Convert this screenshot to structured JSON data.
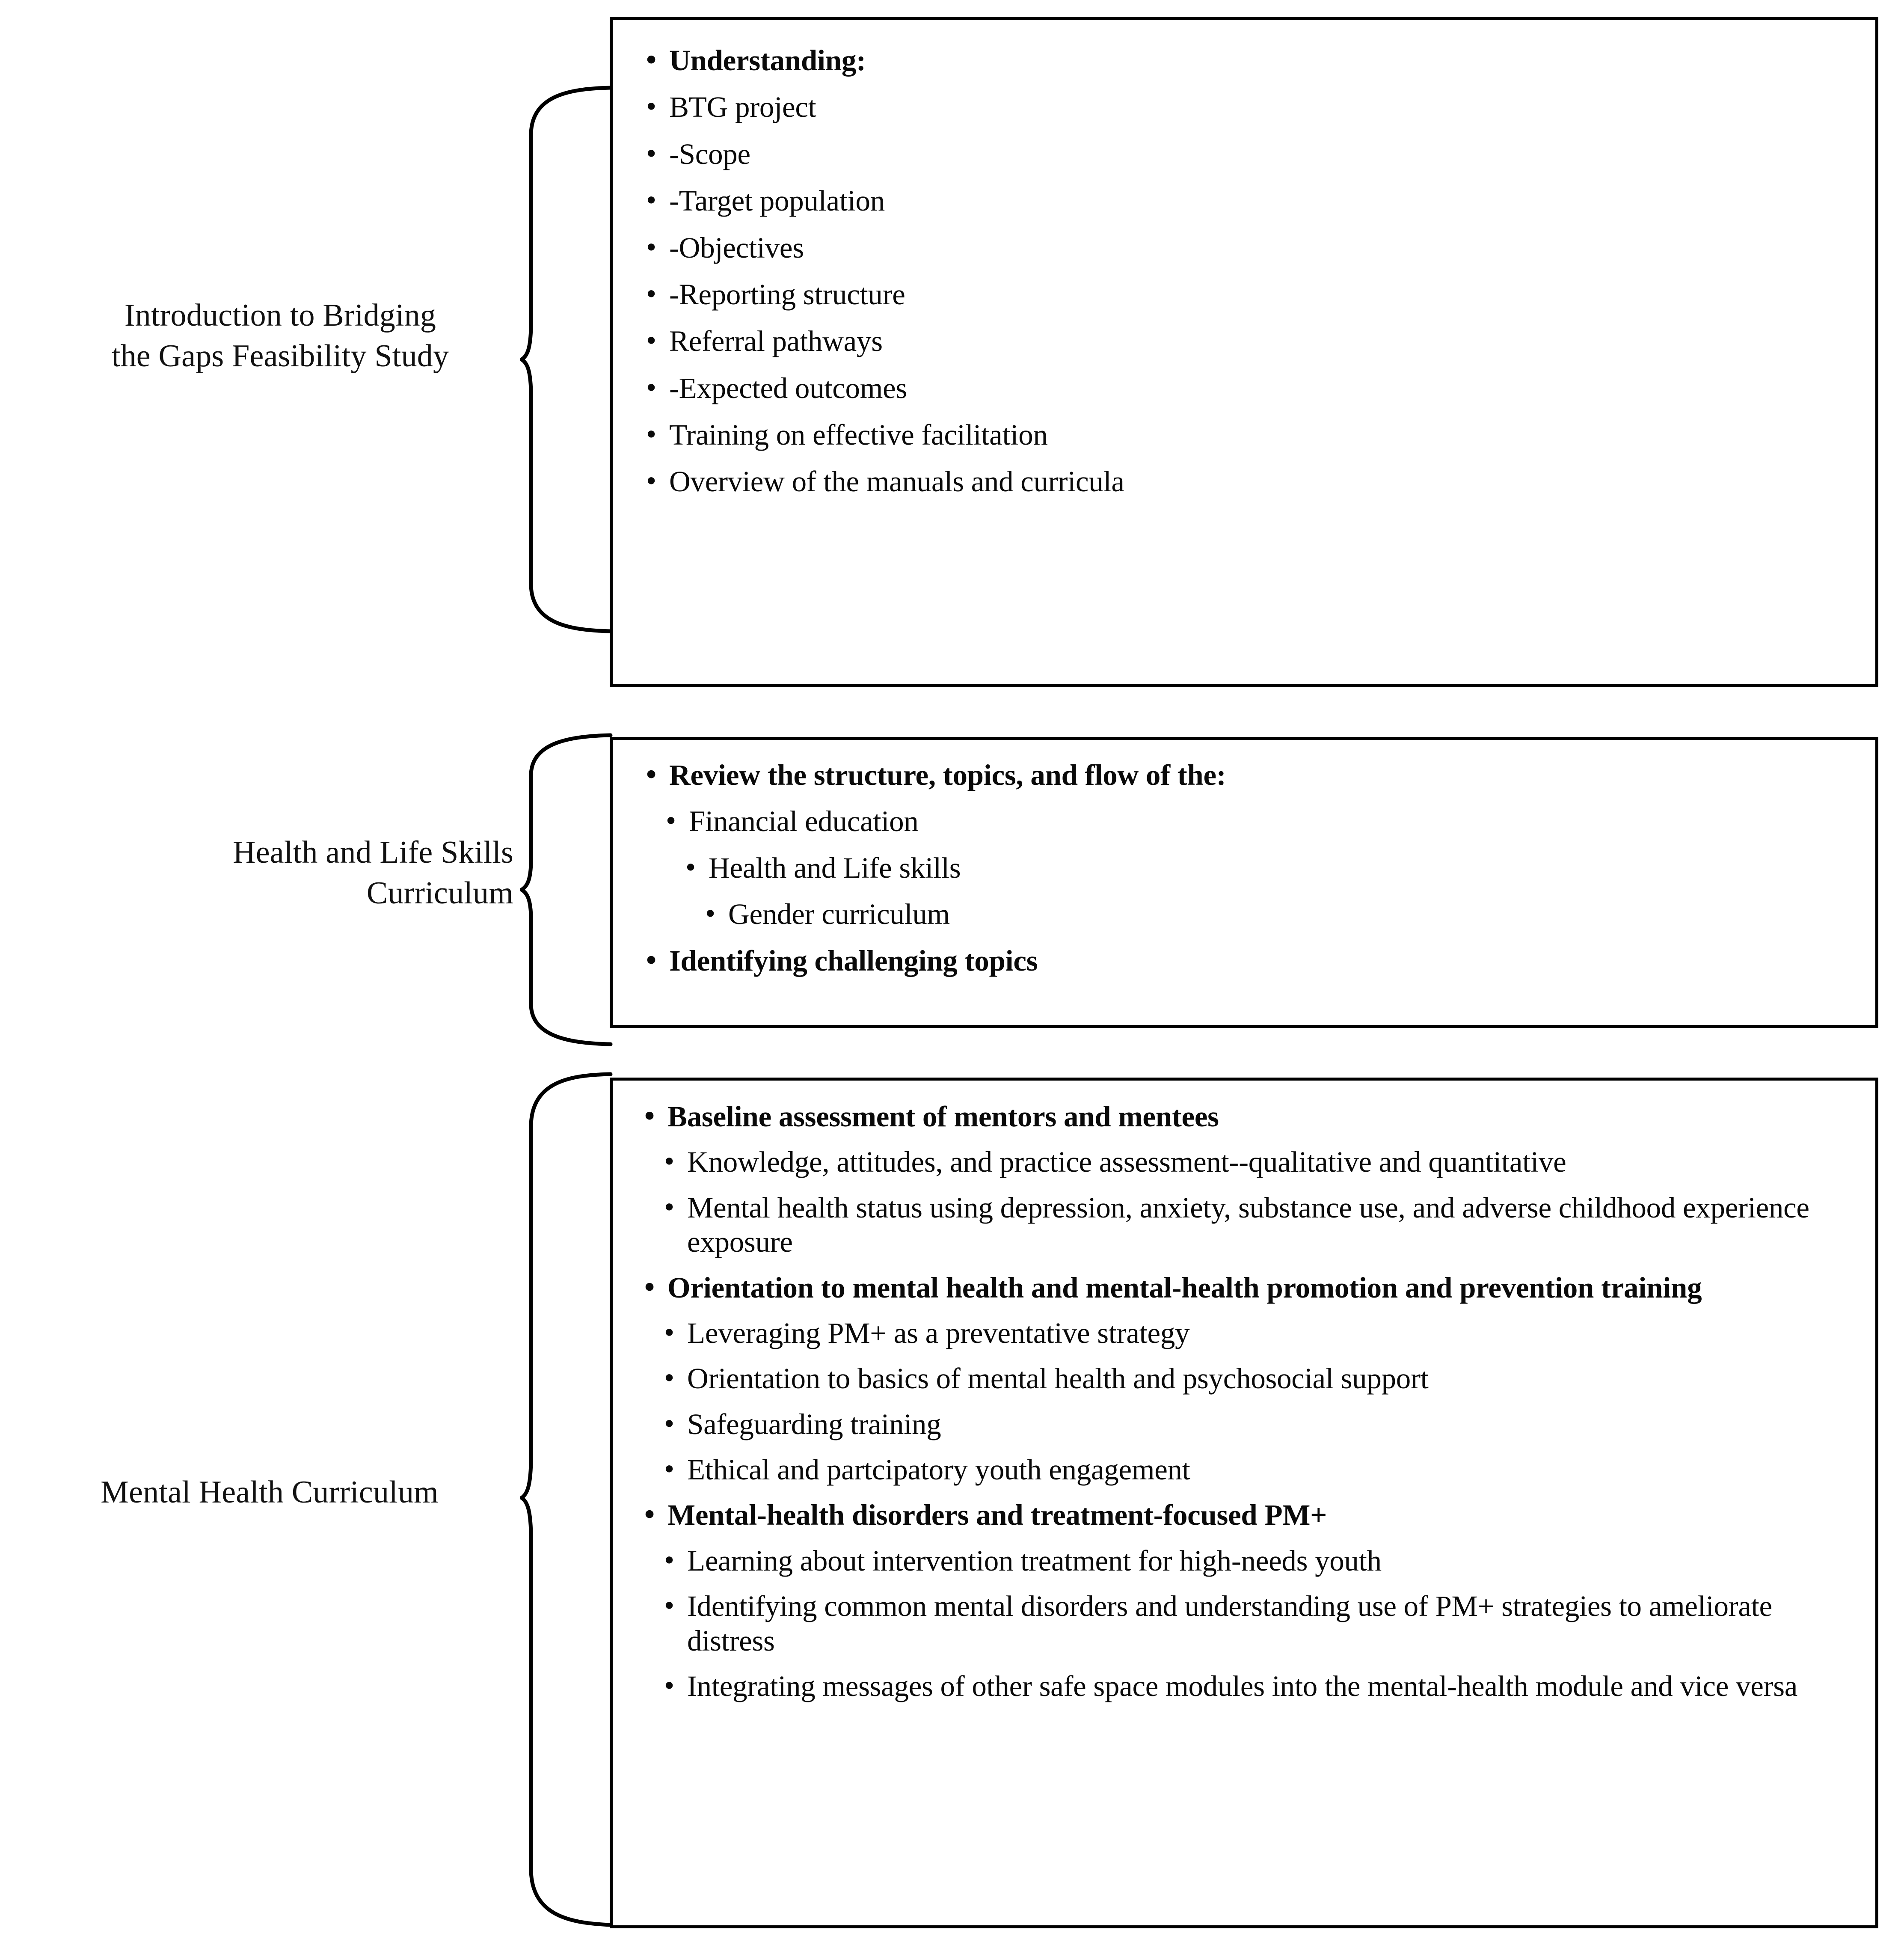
{
  "diagram": {
    "type": "bracketed-outline",
    "groups": [
      {
        "label": "Introduction to Bridging\nthe Gaps Feasibility Study",
        "label_line1": "Introduction to Bridging",
        "label_line2": "the Gaps Feasibility Study",
        "items": [
          {
            "text": "Understanding:",
            "level": 0,
            "bold": true
          },
          {
            "text": "BTG project",
            "level": 0,
            "bold": false
          },
          {
            "text": "-Scope",
            "level": 0,
            "bold": false
          },
          {
            "text": "-Target population",
            "level": 0,
            "bold": false
          },
          {
            "text": "-Objectives",
            "level": 0,
            "bold": false
          },
          {
            "text": "-Reporting structure",
            "level": 0,
            "bold": false
          },
          {
            "text": "Referral pathways",
            "level": 0,
            "bold": false
          },
          {
            "text": "-Expected outcomes",
            "level": 0,
            "bold": false
          },
          {
            "text": "Training on effective facilitation",
            "level": 0,
            "bold": false
          },
          {
            "text": "Overview of the manuals and curricula",
            "level": 0,
            "bold": false
          }
        ]
      },
      {
        "label": "Health and Life Skills\nCurriculum",
        "label_line1": "Health and Life Skills",
        "label_line2": "Curriculum",
        "items": [
          {
            "text": "Review the structure, topics, and flow of the:",
            "level": 0,
            "bold": true
          },
          {
            "text": "Financial education",
            "level": 1,
            "bold": false
          },
          {
            "text": "Health and Life skills",
            "level": 2,
            "bold": false
          },
          {
            "text": "Gender curriculum",
            "level": 3,
            "bold": false
          },
          {
            "text": "Identifying challenging topics",
            "level": 0,
            "bold": true
          }
        ]
      },
      {
        "label": "Mental Health Curriculum",
        "label_line1": "Mental Health Curriculum",
        "label_line2": "",
        "items": [
          {
            "text": "Baseline assessment of mentors and mentees",
            "level": 0,
            "bold": true
          },
          {
            "text": "Knowledge, attitudes, and practice assessment--qualitative and quantitative",
            "level": 1,
            "bold": false
          },
          {
            "text": "Mental health status using depression, anxiety, substance use, and adverse childhood experience exposure",
            "level": 1,
            "bold": false
          },
          {
            "text": "Orientation to mental health and mental-health promotion and prevention training",
            "level": 0,
            "bold": true
          },
          {
            "text": "Leveraging PM+ as a preventative strategy",
            "level": 1,
            "bold": false
          },
          {
            "text": "Orientation to basics of mental health and psychosocial support",
            "level": 1,
            "bold": false
          },
          {
            "text": "Safeguarding training",
            "level": 1,
            "bold": false
          },
          {
            "text": "Ethical and partcipatory youth engagement",
            "level": 1,
            "bold": false
          },
          {
            "text": "Mental-health disorders and treatment-focused PM+",
            "level": 0,
            "bold": true
          },
          {
            "text": "Learning about intervention treatment for high-needs youth",
            "level": 1,
            "bold": false
          },
          {
            "text": "Identifying common mental disorders and understanding use of PM+ strategies to ameliorate distress",
            "level": 1,
            "bold": false
          },
          {
            "text": "Integrating messages of other safe space modules into the mental-health module and vice versa",
            "level": 1,
            "bold": false
          }
        ]
      }
    ],
    "colors": {
      "ink": "#000000",
      "background": "#ffffff",
      "box_border": "#000000"
    }
  }
}
